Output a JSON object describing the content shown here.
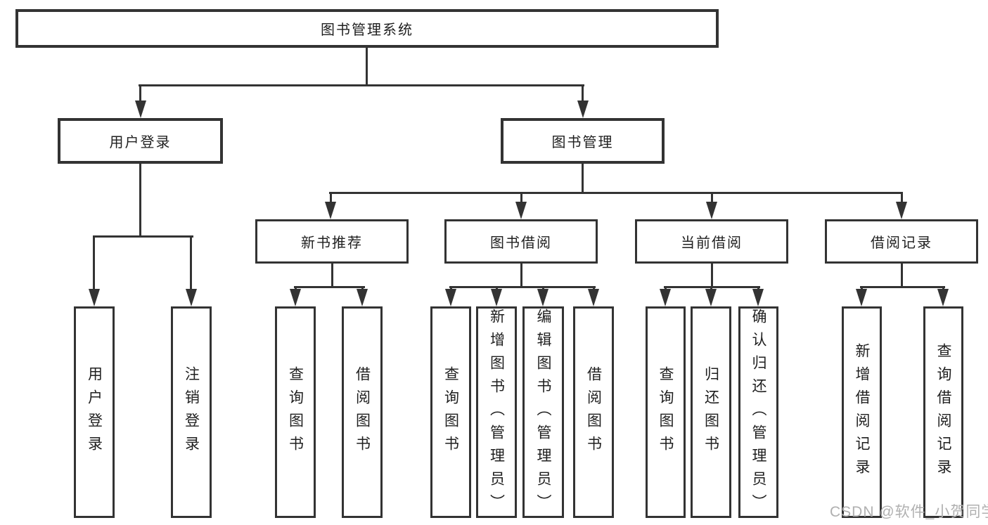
{
  "page": {
    "watermark": "CSDN @软件_小贺同学",
    "colors": {
      "line": "#333333",
      "text": "#1f1f1f",
      "watermark": "#b0b0b0",
      "background": "#ffffff"
    }
  },
  "tree": {
    "root": {
      "label": "图书管理系统"
    },
    "branches": [
      {
        "label": "用户登录",
        "children": [
          {
            "label": "用户登录"
          },
          {
            "label": "注销登录"
          }
        ]
      },
      {
        "label": "图书管理",
        "children": [
          {
            "label": "新书推荐",
            "children": [
              {
                "label": "查询图书"
              },
              {
                "label": "借阅图书"
              }
            ]
          },
          {
            "label": "图书借阅",
            "children": [
              {
                "label": "查询图书"
              },
              {
                "label": "新增图书（管理员）"
              },
              {
                "label": "编辑图书（管理员）"
              },
              {
                "label": "借阅图书"
              }
            ]
          },
          {
            "label": "当前借阅",
            "children": [
              {
                "label": "查询图书"
              },
              {
                "label": "归还图书"
              },
              {
                "label": "确认归还（管理员）"
              }
            ]
          },
          {
            "label": "借阅记录",
            "children": [
              {
                "label": "新增借阅记录"
              },
              {
                "label": "查询借阅记录"
              }
            ]
          }
        ]
      }
    ]
  }
}
